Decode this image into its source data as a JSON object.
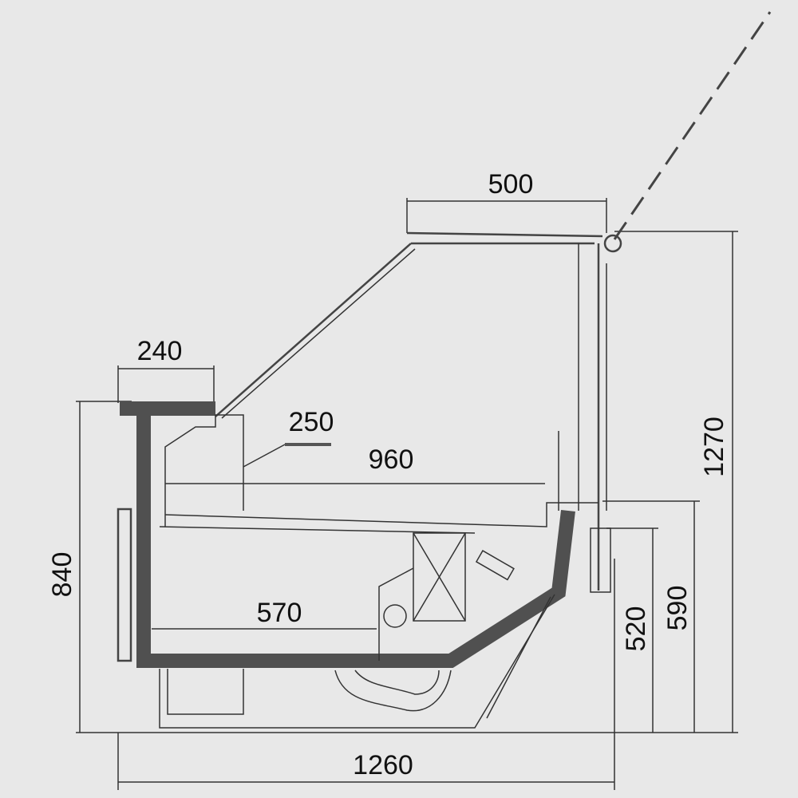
{
  "drawing": {
    "title": "Refrigerated display counter side section",
    "dimensions": {
      "overall_width": "1260",
      "overall_height": "1270",
      "counter_height": "840",
      "canopy_depth": "500",
      "top_shelf_depth": "240",
      "glass_gap": "250",
      "display_depth": "960",
      "storage_depth": "570",
      "rear_height_590": "590",
      "rear_height_520": "520"
    },
    "colors": {
      "background": "#e8e8e8",
      "body": "#505050",
      "line": "#333333"
    }
  }
}
